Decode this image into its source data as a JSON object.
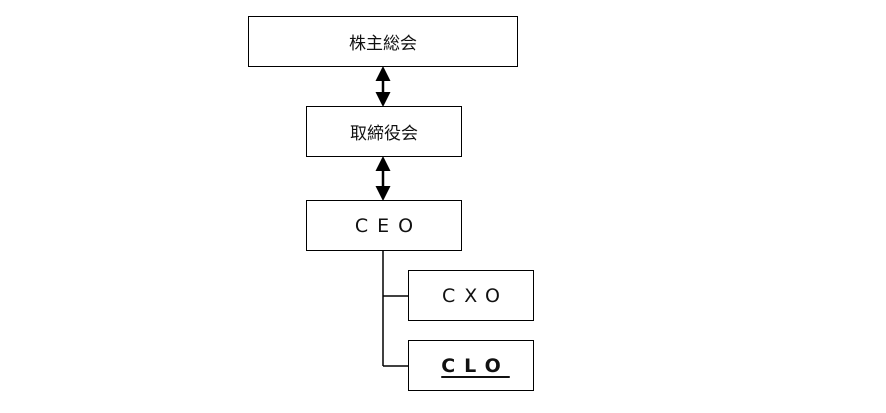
{
  "diagram": {
    "nodes": {
      "shareholders": "株主総会",
      "board": "取締役会",
      "ceo": "CEO",
      "cxo": "CXO",
      "clo": "CLO"
    },
    "edges": [
      {
        "from": "shareholders",
        "to": "board",
        "type": "bidirectional-arrow"
      },
      {
        "from": "board",
        "to": "ceo",
        "type": "bidirectional-arrow"
      },
      {
        "from": "ceo",
        "to": "cxo",
        "type": "line"
      },
      {
        "from": "ceo",
        "to": "clo",
        "type": "line"
      }
    ],
    "highlighted_node": "clo"
  }
}
